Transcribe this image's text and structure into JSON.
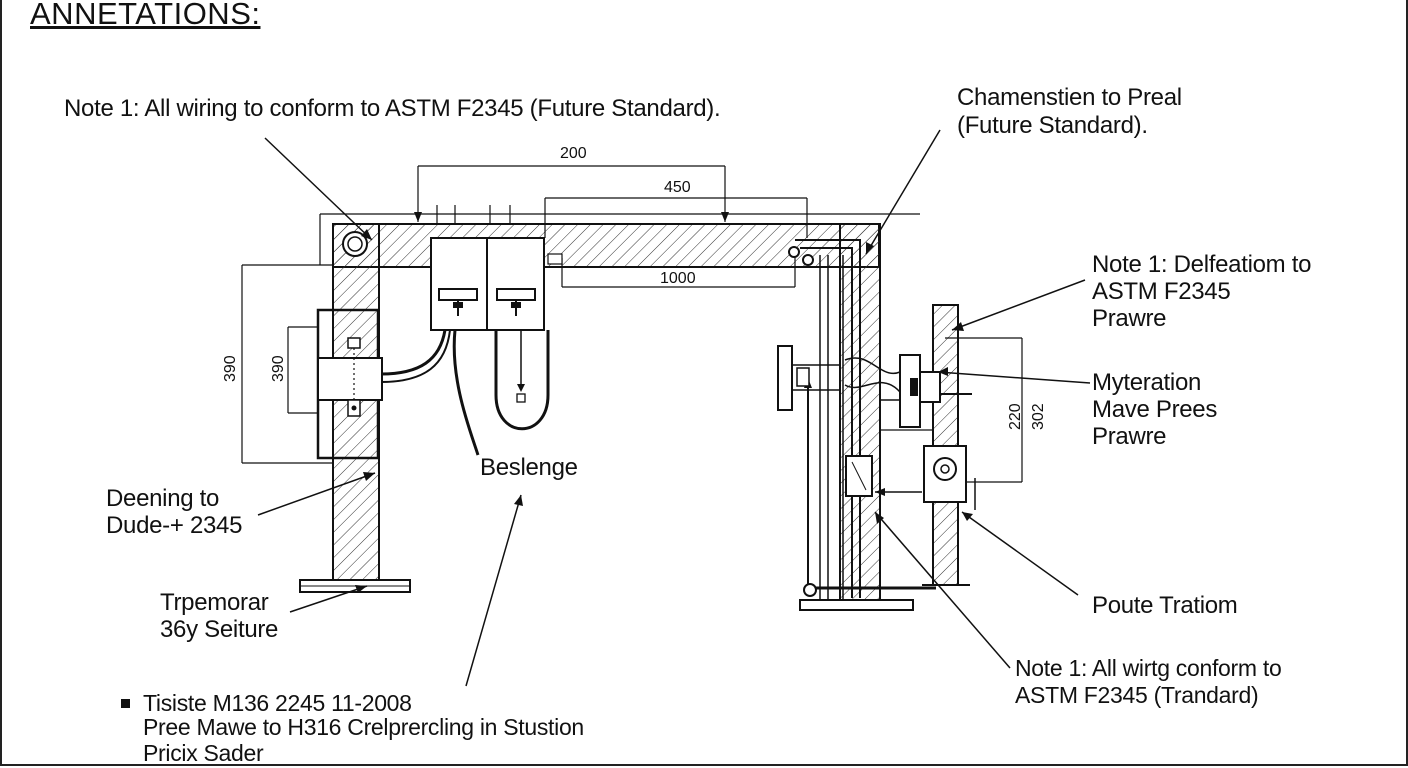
{
  "heading": "ANNETATIONS:",
  "notes": {
    "top_left": "Note 1: All wiring to conform to ASTM F2345 (Future Standard).",
    "top_right_line1": "Chamenstien to Preal",
    "top_right_line2": "(Future Standard).",
    "right_note_line1": "Note 1: Delfeatiom to",
    "right_note_line2": "ASTM F2345",
    "right_note_line3": "Prawre",
    "mid_right_line1": "Myteration",
    "mid_right_line2": "Mave Prees",
    "mid_right_line3": "Prawre",
    "beslenge": "Beslenge",
    "deening_line1": "Deening to",
    "deening_line2": "Dude-+ 2345",
    "trpemorar_line1": "Trpemorar",
    "trpemorar_line2": "36y Seiture",
    "poute": "Poute Tratiom",
    "bottom_right_line1": "Note 1: All wirtg conform to",
    "bottom_right_line2": "ASTM F2345 (Trandard)",
    "bottom_left_line1": "Tisiste M136 2245 11-2008",
    "bottom_left_line2": "Pree Mawe to H316 Crelprercling in Stustion",
    "bottom_left_line3": "Pricix Sader"
  },
  "dimensions": {
    "d200": "200",
    "d450": "450",
    "d1000": "1000",
    "d390_outer": "390",
    "d390_inner": "390",
    "d220": "220",
    "d302": "302"
  }
}
